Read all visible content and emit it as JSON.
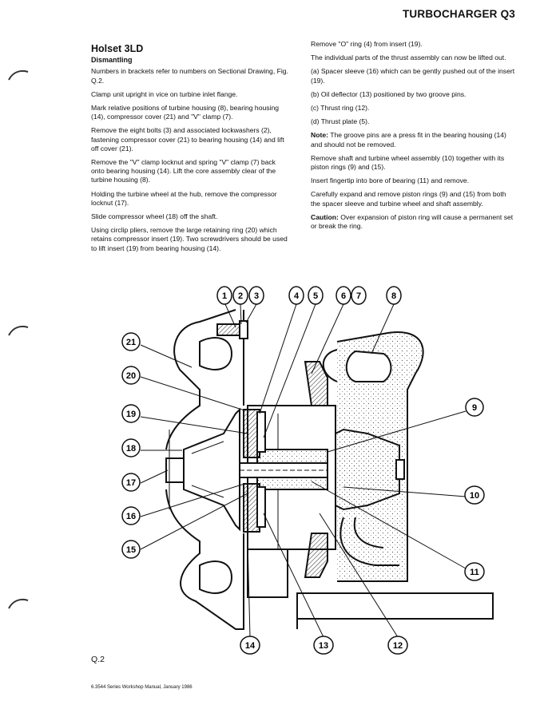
{
  "header": {
    "title": "TURBOCHARGER Q3"
  },
  "left_column": {
    "title": "Holset 3LD",
    "subheading": "Dismantling",
    "paragraphs": [
      "Numbers in brackets refer to numbers on Sectional Drawing, Fig. Q.2.",
      "Clamp unit upright in vice on turbine inlet flange.",
      "Mark relative positions of turbine housing (8), bearing housing (14), compressor cover (21) and \"V\" clamp (7).",
      "Remove the eight bolts (3) and associated lockwashers (2), fastening compressor cover (21) to bearing housing (14) and lift off cover (21).",
      "Remove the \"V\" clamp locknut and spring \"V\" clamp (7) back onto bearing housing (14). Lift the core assembly clear of the turbine housing (8).",
      "Holding the turbine wheel at the hub, remove the compressor locknut (17).",
      "Slide compressor wheel (18) off the shaft.",
      "Using circlip pliers, remove the large retaining ring (20) which retains compressor insert (19). Two screwdrivers should be used to lift insert (19) from bearing housing (14)."
    ]
  },
  "right_column": {
    "paragraphs": [
      "Remove \"O\" ring (4) from insert (19).",
      "The individual parts of the thrust assembly can now be lifted out.",
      "(a) Spacer sleeve (16) which can be gently pushed out of the insert (19).",
      "(b) Oil deflector (13) positioned by two groove pins.",
      "(c) Thrust ring (12).",
      "(d) Thrust plate (5)."
    ],
    "note": {
      "lead": "Note:",
      "text": " The groove pins are a press fit in the bearing housing (14) and should not be removed."
    },
    "paragraphs2": [
      "Remove shaft and turbine wheel assembly (10) together with its piston rings (9) and (15).",
      "Insert fingertip into bore of bearing (11) and remove.",
      "Carefully expand and remove piston rings (9) and (15) from both the spacer sleeve and turbine wheel and shaft assembly."
    ],
    "caution": {
      "lead": "Caution:",
      "text": " Over expansion of piston ring will cause a permanent set or break the ring."
    }
  },
  "figure": {
    "callouts": {
      "c1": "1",
      "c2": "2",
      "c3": "3",
      "c4": "4",
      "c5": "5",
      "c6": "6",
      "c7": "7",
      "c8": "8",
      "c9": "9",
      "c10": "10",
      "c11": "11",
      "c12": "12",
      "c13": "13",
      "c14": "14",
      "c15": "15",
      "c16": "16",
      "c17": "17",
      "c18": "18",
      "c19": "19",
      "c20": "20",
      "c21": "21"
    }
  },
  "figure_label": "Q.2",
  "footer": "6.3544 Series Workshop Manual, January 1986"
}
